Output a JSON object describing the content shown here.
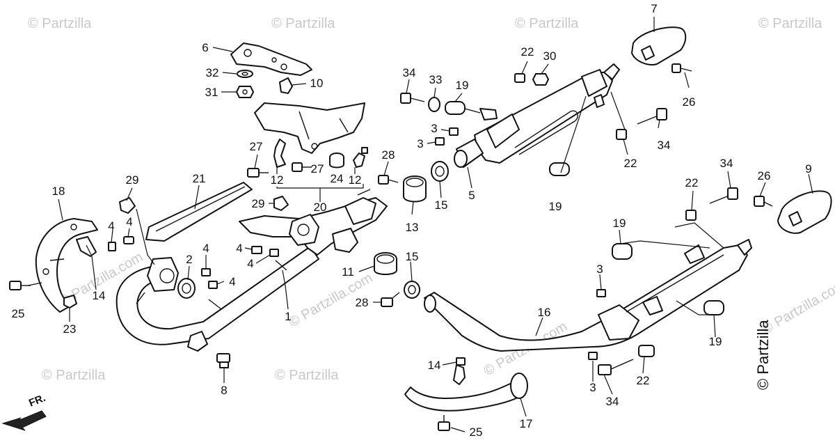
{
  "watermark": "© Partzilla",
  "watermark_alt": "© Partzilla.com",
  "copyright": "© Partzilla",
  "direction_label": "FR.",
  "callouts": [
    "7",
    "6",
    "32",
    "10",
    "31",
    "22",
    "30",
    "34",
    "33",
    "19",
    "3",
    "3",
    "26",
    "34",
    "22",
    "5",
    "19",
    "27",
    "27",
    "24",
    "12",
    "12",
    "20",
    "29",
    "21",
    "28",
    "13",
    "15",
    "18",
    "29",
    "4",
    "4",
    "2",
    "4",
    "4",
    "4",
    "4",
    "11",
    "1",
    "15",
    "22",
    "34",
    "26",
    "9",
    "19",
    "3",
    "14",
    "28",
    "16",
    "19",
    "25",
    "23",
    "8",
    "14",
    "25",
    "17",
    "3",
    "34",
    "22"
  ]
}
